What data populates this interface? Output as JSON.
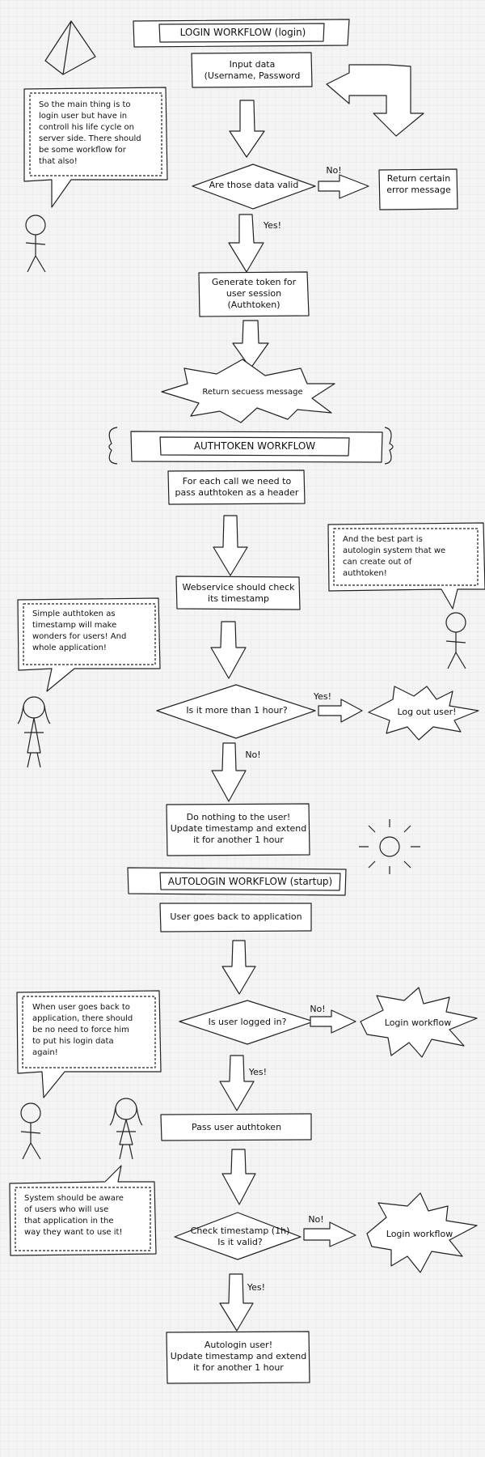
{
  "login": {
    "title": "LOGIN WORKFLOW (login)",
    "input": "Input data\n(Username, Password",
    "valid_q": "Are those data valid",
    "no_label": "No!",
    "error": "Return certain\nerror message",
    "yes_label": "Yes!",
    "token": "Generate token for\nuser session\n(Authtoken)",
    "success": "Return secuess message",
    "note": "So the main thing is to\nlogin user but have in\ncontroll his life cycle on\nserver side. There should\nbe some workflow for\nthat also!"
  },
  "authtoken": {
    "title": "AUTHTOKEN WORKFLOW",
    "header": "For each call we need to\npass authtoken as a header",
    "check": "Webservice should check\nits timestamp",
    "hour_q": "Is it more than 1 hour?",
    "yes_label": "Yes!",
    "logout": "Log out user!",
    "no_label": "No!",
    "nothing": "Do nothing to the user!\nUpdate timestamp and extend\nit for another 1 hour",
    "note_right": "And the best part is\nautologin system that we\ncan create out of\nauthtoken!",
    "note_left": "Simple authtoken as\ntimestamp will make\nwonders for users! And\nwhole application!"
  },
  "autologin": {
    "title": "AUTOLOGIN WORKFLOW (startup)",
    "back": "User goes back to application",
    "logged_q": "Is user logged in?",
    "no_label": "No!",
    "login_wf": "Login workflow",
    "yes_label": "Yes!",
    "pass": "Pass user authtoken",
    "check_q": "Check timestamp (1h)\nIs it valid?",
    "no_label2": "No!",
    "login_wf2": "Login workflow",
    "yes_label2": "Yes!",
    "final": "Autologin user!\nUpdate timestamp and extend\nit for another 1 hour",
    "note1": "When user goes back to\napplication, there should\nbe no need to force him\nto put his login data\nagain!",
    "note2": "System should be aware\nof users who will use\nthat application in the\nway they want to use it!"
  }
}
